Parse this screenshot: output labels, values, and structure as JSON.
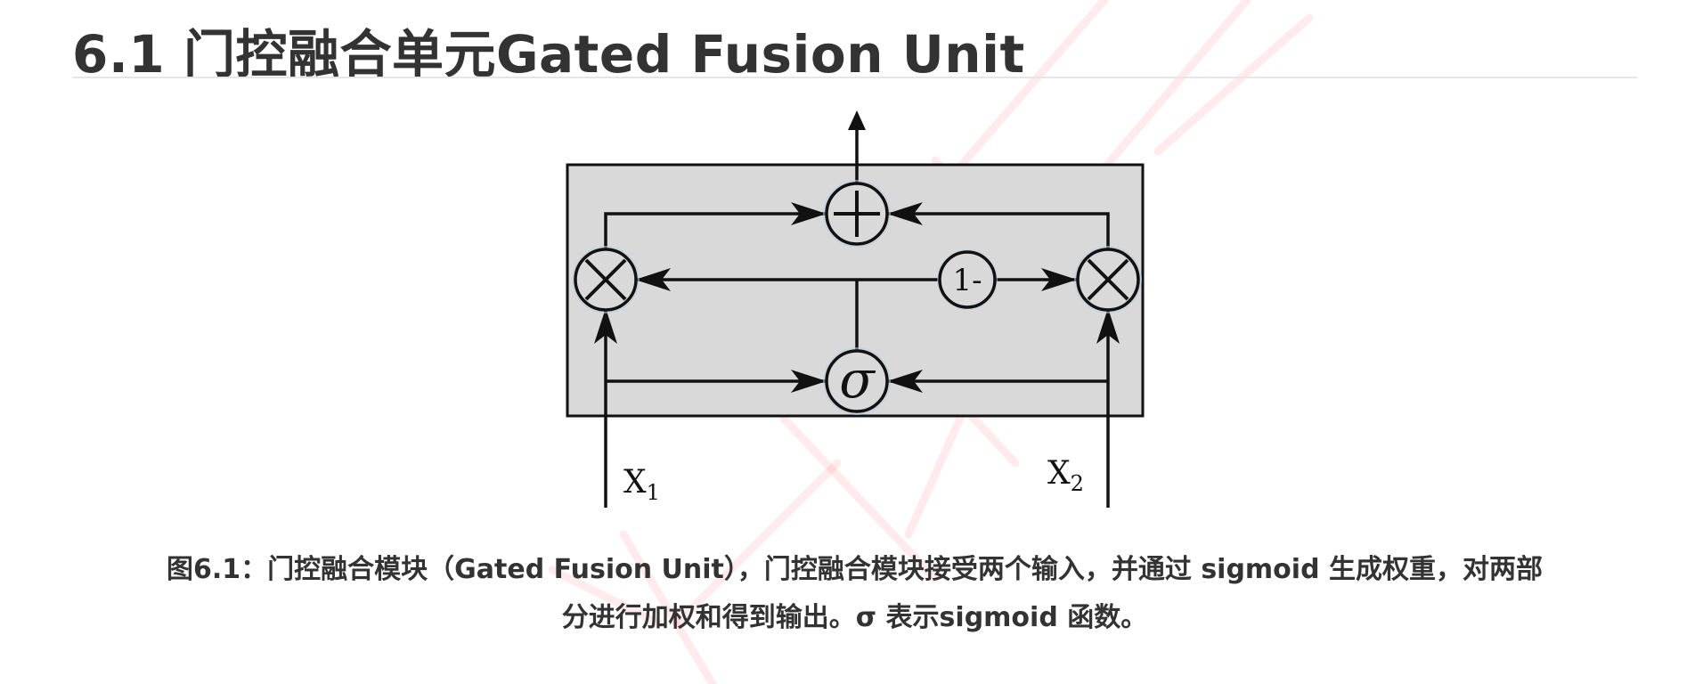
{
  "section": {
    "title": "6.1 门控融合单元Gated Fusion Unit"
  },
  "diagram": {
    "nodes": {
      "sum": "+",
      "multiply": "×",
      "one_minus": "1-",
      "sigmoid": "σ"
    },
    "inputs": {
      "x1_base": "X",
      "x1_sub": "1",
      "x2_base": "X",
      "x2_sub": "2"
    },
    "colors": {
      "box_fill": "#d9d9d9",
      "stroke": "#111111",
      "watermark": "#ff3b3b"
    }
  },
  "caption": {
    "line1": "图6.1：门控融合模块（Gated Fusion Unit），门控融合模块接受两个输入，并通过 sigmoid 生成权重，对两部",
    "line2": "分进行加权和得到输出。σ 表示sigmoid 函数。"
  }
}
